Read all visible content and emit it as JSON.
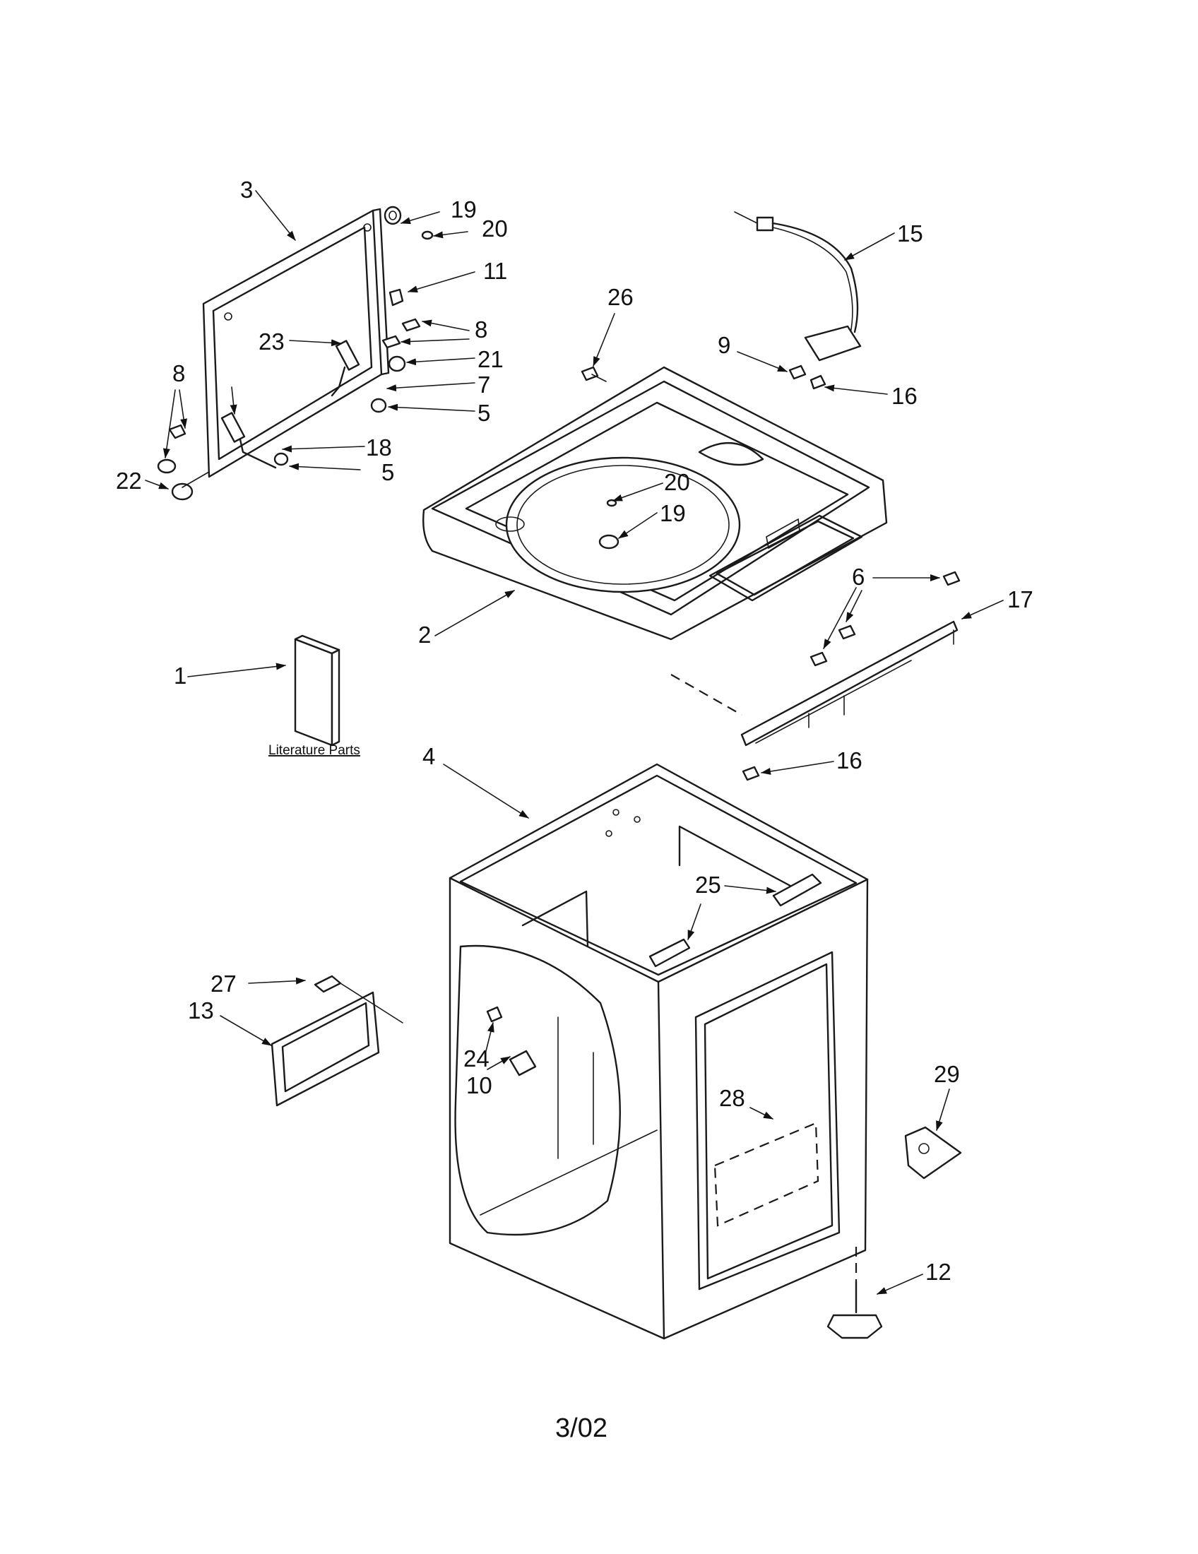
{
  "callouts": {
    "c1": "1",
    "c2": "2",
    "c3": "3",
    "c4": "4",
    "c5a": "5",
    "c5b": "5",
    "c6": "6",
    "c7": "7",
    "c8a": "8",
    "c8b": "8",
    "c9": "9",
    "c10": "10",
    "c11": "11",
    "c12": "12",
    "c13": "13",
    "c15": "15",
    "c16a": "16",
    "c16b": "16",
    "c17": "17",
    "c18": "18",
    "c19a": "19",
    "c19b": "19",
    "c20a": "20",
    "c20b": "20",
    "c21": "21",
    "c22": "22",
    "c23": "23",
    "c24": "24",
    "c25": "25",
    "c26": "26",
    "c27": "27",
    "c28": "28",
    "c29": "29"
  },
  "literature_label": "Literature Parts",
  "date_code": "3/02"
}
